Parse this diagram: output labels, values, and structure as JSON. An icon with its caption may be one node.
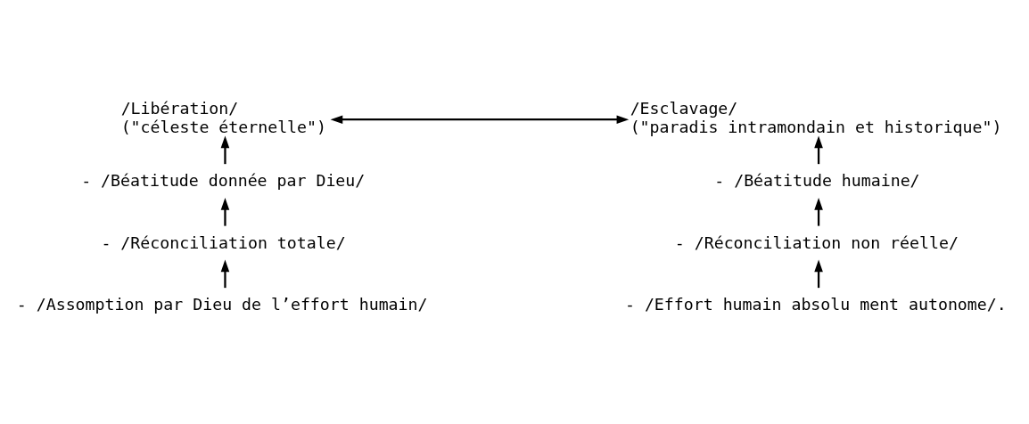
{
  "diagram": {
    "nodes": [
      {
        "text": [
          "/Libération/",
          "(\"céleste éternelle\")"
        ]
      },
      {
        "text": [
          "- /Béatitude donnée par Dieu/"
        ]
      },
      {
        "text": [
          "- /Réconciliation totale/"
        ]
      },
      {
        "text": [
          "- /Assomption par Dieu de l’effort humain/"
        ]
      },
      {
        "text": [
          "/Esclavage/",
          "(\"paradis intramondain et historique\")"
        ]
      },
      {
        "text": [
          "- /Béatitude humaine/"
        ]
      },
      {
        "text": [
          "- /Réconciliation non réelle/"
        ]
      },
      {
        "text": [
          "- /Effort humain absolu ment autonome/."
        ]
      }
    ],
    "edges": [
      {
        "from": 0,
        "to": 4,
        "arrow": "both"
      },
      {
        "from": 1,
        "to": 0,
        "arrow": "to"
      },
      {
        "from": 2,
        "to": 1,
        "arrow": "to"
      },
      {
        "from": 3,
        "to": 2,
        "arrow": "to"
      },
      {
        "from": 5,
        "to": 4,
        "arrow": "to"
      },
      {
        "from": 6,
        "to": 5,
        "arrow": "to"
      },
      {
        "from": 7,
        "to": 6,
        "arrow": "to"
      }
    ]
  }
}
